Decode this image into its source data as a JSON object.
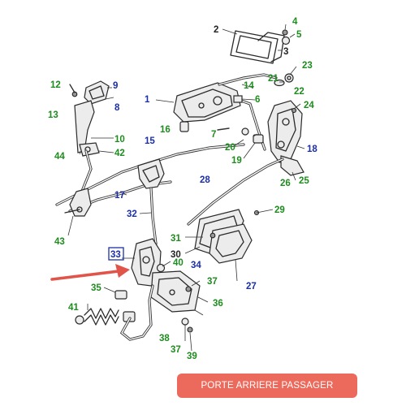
{
  "caption": {
    "label": "PORTE ARRIERE PASSAGER"
  },
  "colors": {
    "green_label": "#1e8c1e",
    "blue_label": "#1a2fa8",
    "arrow": "#e0544a",
    "caption_bg": "#ec6a5c"
  },
  "icons": {
    "pointer": "red-arrow-icon"
  },
  "labels": {
    "p1": "1",
    "p2": "2",
    "p3": "3",
    "p4": "4",
    "p5": "5",
    "p6": "6",
    "p7": "7",
    "p8": "8",
    "p9": "9",
    "p10": "10",
    "p12": "12",
    "p13": "13",
    "p14": "14",
    "p15": "15",
    "p16": "16",
    "p17": "17",
    "p18": "18",
    "p19": "19",
    "p20": "20",
    "p21": "21",
    "p22": "22",
    "p23": "23",
    "p24": "24",
    "p25": "25",
    "p26": "26",
    "p27": "27",
    "p28": "28",
    "p29": "29",
    "p30": "30",
    "p31": "31",
    "p32": "32",
    "p33": "33",
    "p34": "34",
    "p35": "35",
    "p36": "36",
    "p37a": "37",
    "p37b": "37",
    "p38": "38",
    "p39": "39",
    "p40": "40",
    "p41": "41",
    "p42": "42",
    "p43": "43",
    "p44": "44"
  }
}
